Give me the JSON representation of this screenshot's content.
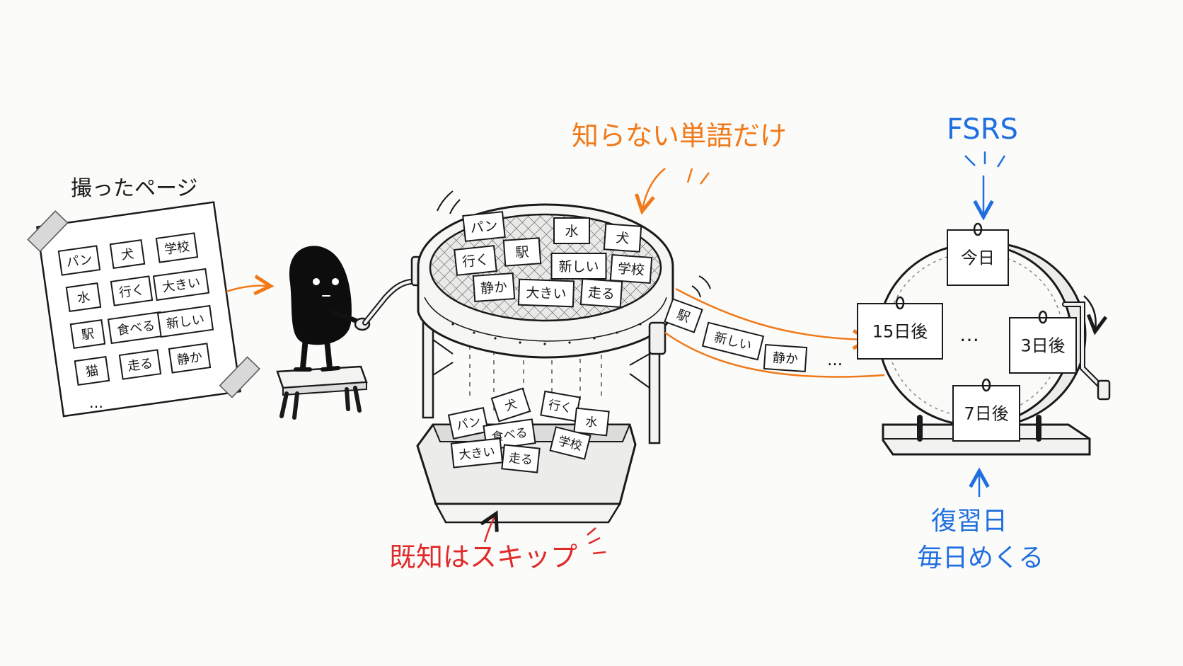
{
  "captions": {
    "photo_page": "撮ったページ",
    "unknown_only": "知らない単語だけ",
    "skip_known": "既知はスキップ",
    "algorithm": "FSRS",
    "review_day": "復習日",
    "flip_daily": "毎日めくる"
  },
  "page_words": [
    "パン",
    "犬",
    "学校",
    "水",
    "行く",
    "大きい",
    "駅",
    "食べる",
    "新しい",
    "猫",
    "走る",
    "静か",
    "…"
  ],
  "sieve_words": [
    "パン",
    "水",
    "犬",
    "駅",
    "行く",
    "新しい",
    "学校",
    "静か",
    "大きい",
    "走る"
  ],
  "tray_words": [
    "犬",
    "行く",
    "パン",
    "水",
    "食べる",
    "学校",
    "大きい",
    "走る"
  ],
  "belt_words": [
    "駅",
    "新しい",
    "静か",
    "…"
  ],
  "wheel_cards": {
    "top": "今日",
    "right": "3日後",
    "bottom": "7日後",
    "left": "15日後",
    "center": "…"
  },
  "colors": {
    "ink": "#1a1a1a",
    "orange": "#f07a1a",
    "red": "#e02a2a",
    "blue": "#1f6fe0"
  },
  "icons": [
    "crank-icon",
    "sieve-icon",
    "tray-icon",
    "rotating-wheel-icon",
    "page-calendar-icon"
  ]
}
